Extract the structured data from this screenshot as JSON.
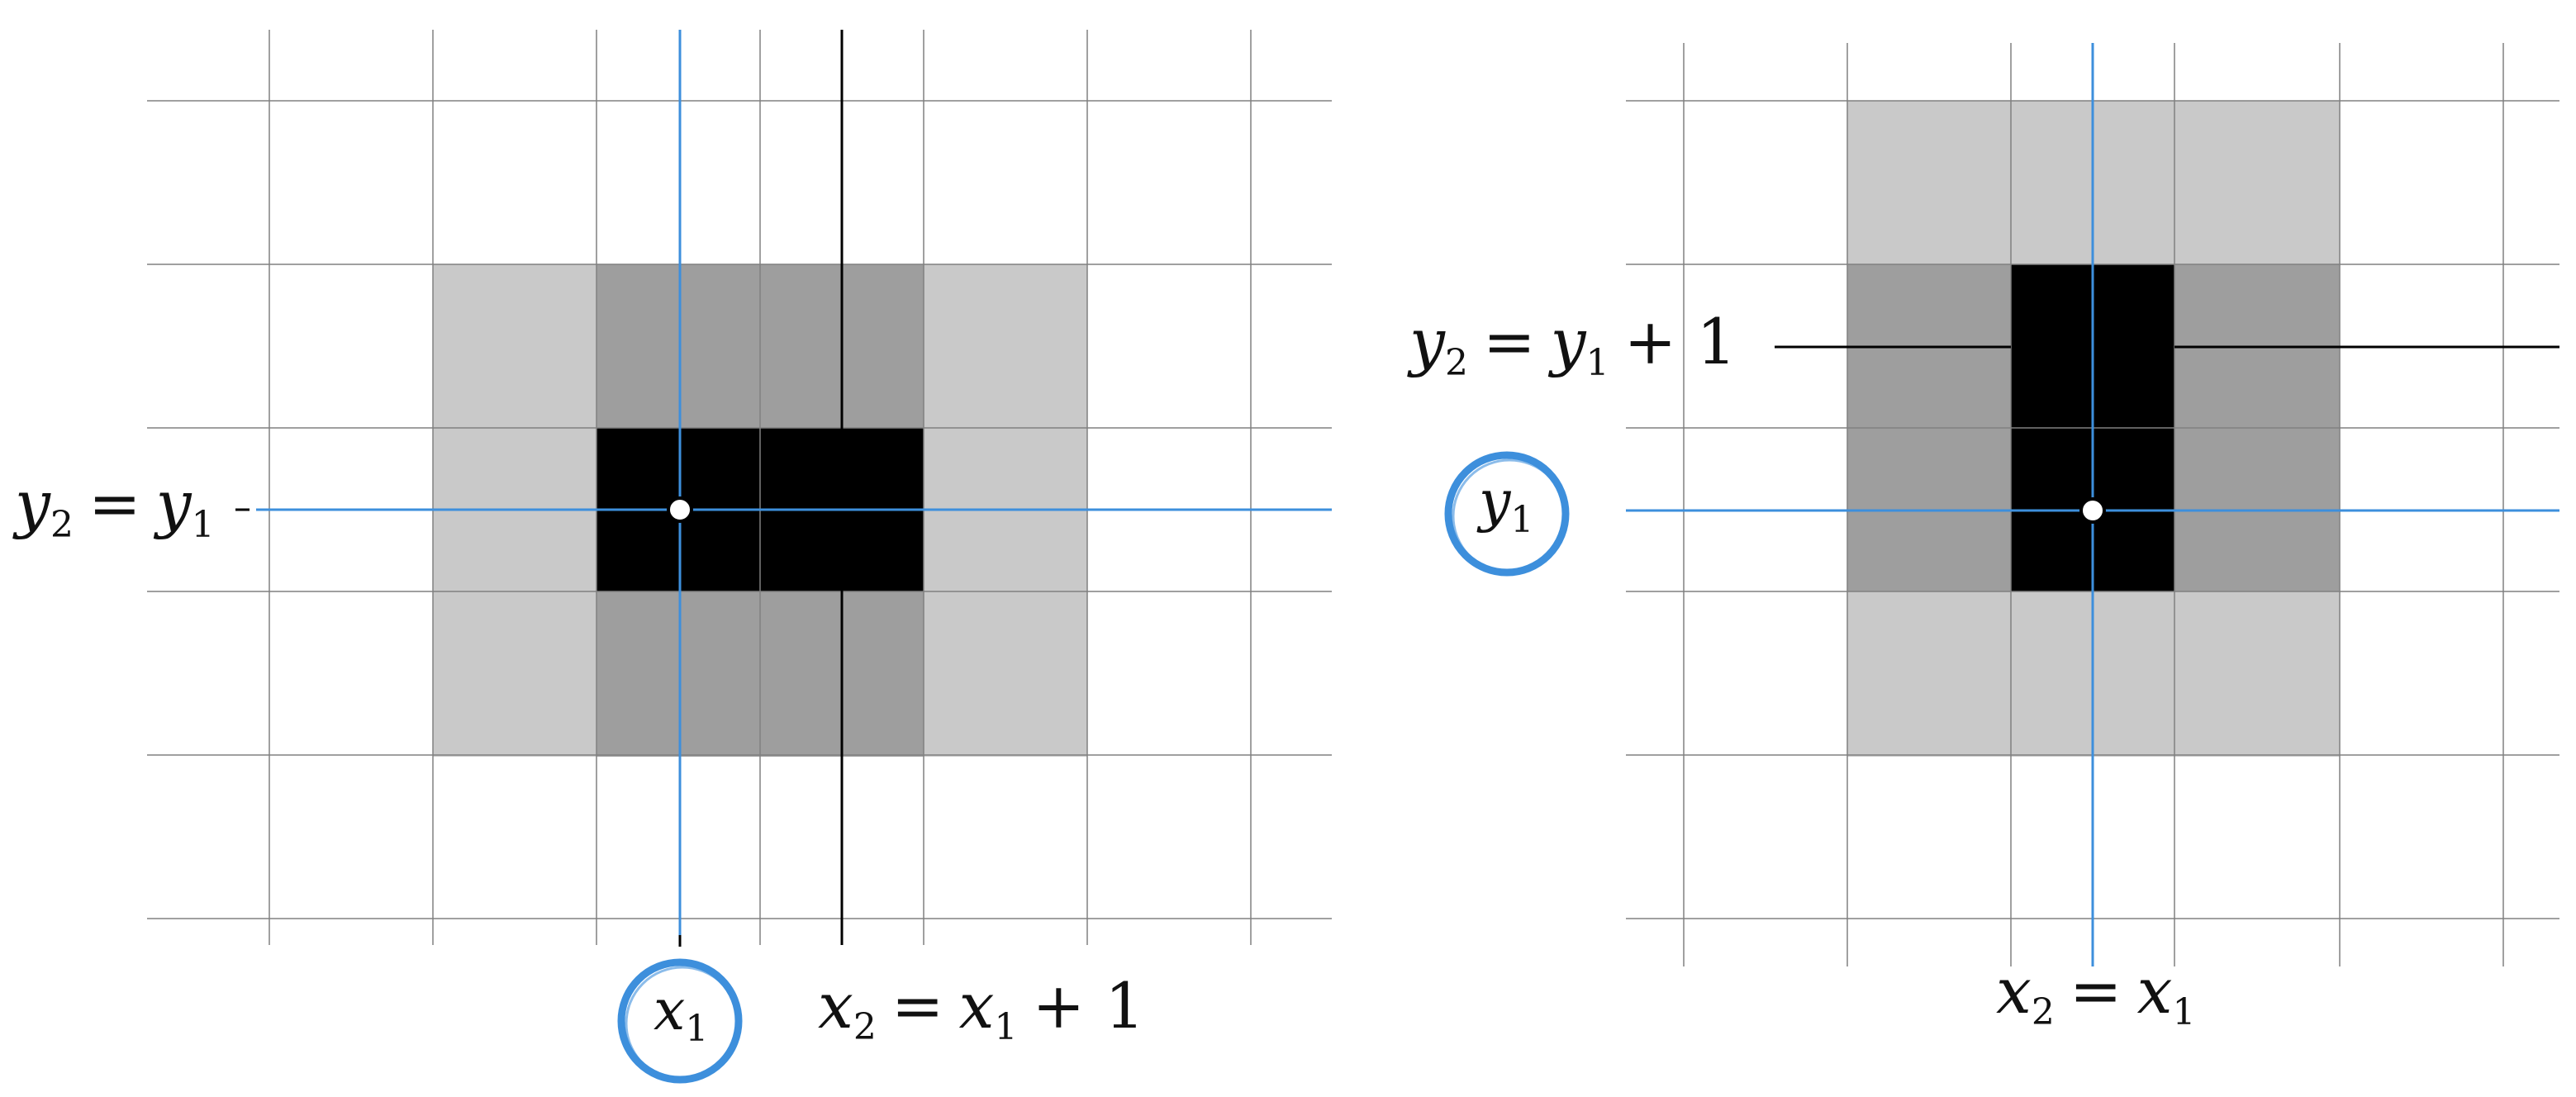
{
  "colors": {
    "background": "#ffffff",
    "grid_line": "#808080",
    "light_cell": "#c9c9c9",
    "dark_cell": "#9e9e9e",
    "black_cell": "#000000",
    "accent_blue": "#3d8fdc",
    "black_line": "#000000"
  },
  "panel_left": {
    "x_axis_label": {
      "var": "x",
      "sub": "1"
    },
    "x_equation": {
      "lhs_var": "x",
      "lhs_sub": "2",
      "eq": "=",
      "rhs_var": "x",
      "rhs_sub": "1",
      "tail": "+ 1"
    },
    "y_equation": {
      "lhs_var": "y",
      "lhs_sub": "2",
      "eq": "=",
      "rhs_var": "y",
      "rhs_sub": "1"
    }
  },
  "panel_right": {
    "y_axis_label": {
      "var": "y",
      "sub": "1"
    },
    "y_equation": {
      "lhs_var": "y",
      "lhs_sub": "2",
      "eq": "=",
      "rhs_var": "y",
      "rhs_sub": "1",
      "tail": "+ 1"
    },
    "x_equation": {
      "lhs_var": "x",
      "lhs_sub": "2",
      "eq": "=",
      "rhs_var": "x",
      "rhs_sub": "1"
    }
  },
  "icons": [
    "origin-marker-icon",
    "circled-variable-icon"
  ]
}
